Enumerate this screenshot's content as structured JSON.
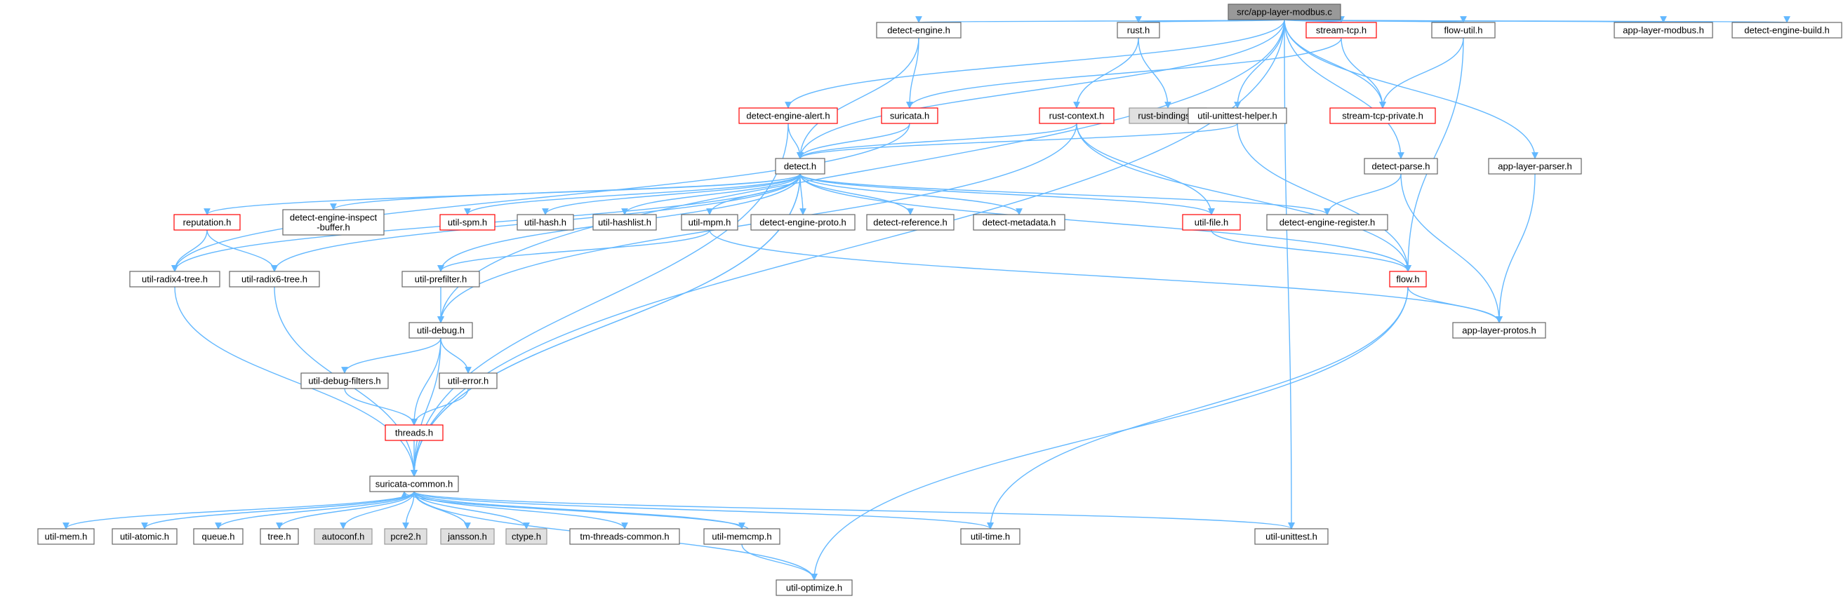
{
  "colors": {
    "edge": "#63b8ff",
    "node_border": "#666666",
    "node_border_highlight": "#ff0000",
    "node_fill_external": "#e0e0e0",
    "node_fill_root": "#999999"
  },
  "nodes": [
    {
      "id": "root",
      "label": "src/app-layer-modbus.c",
      "style": "root"
    },
    {
      "id": "detect_engine",
      "label": "detect-engine.h"
    },
    {
      "id": "rust",
      "label": "rust.h"
    },
    {
      "id": "stream_tcp",
      "label": "stream-tcp.h",
      "style": "red"
    },
    {
      "id": "flow_util",
      "label": "flow-util.h"
    },
    {
      "id": "alm_h",
      "label": "app-layer-modbus.h"
    },
    {
      "id": "deb",
      "label": "detect-engine-build.h"
    },
    {
      "id": "dea",
      "label": "detect-engine-alert.h",
      "style": "red"
    },
    {
      "id": "suricata",
      "label": "suricata.h",
      "style": "red"
    },
    {
      "id": "rust_context",
      "label": "rust-context.h",
      "style": "red"
    },
    {
      "id": "rust_bindings",
      "label": "rust-bindings.h",
      "style": "gray"
    },
    {
      "id": "uuh",
      "label": "util-unittest-helper.h"
    },
    {
      "id": "stcp_priv",
      "label": "stream-tcp-private.h",
      "style": "red"
    },
    {
      "id": "detect",
      "label": "detect.h"
    },
    {
      "id": "detect_parse",
      "label": "detect-parse.h"
    },
    {
      "id": "alp",
      "label": "app-layer-parser.h"
    },
    {
      "id": "reputation",
      "label": "reputation.h",
      "style": "red"
    },
    {
      "id": "deib",
      "label": "detect-engine-inspect\n-buffer.h"
    },
    {
      "id": "spm",
      "label": "util-spm.h",
      "style": "red"
    },
    {
      "id": "hash",
      "label": "util-hash.h"
    },
    {
      "id": "hashlist",
      "label": "util-hashlist.h"
    },
    {
      "id": "mpm",
      "label": "util-mpm.h"
    },
    {
      "id": "dep",
      "label": "detect-engine-proto.h"
    },
    {
      "id": "dref",
      "label": "detect-reference.h"
    },
    {
      "id": "dmeta",
      "label": "detect-metadata.h"
    },
    {
      "id": "ufile",
      "label": "util-file.h",
      "style": "red"
    },
    {
      "id": "der",
      "label": "detect-engine-register.h"
    },
    {
      "id": "radix4",
      "label": "util-radix4-tree.h"
    },
    {
      "id": "radix6",
      "label": "util-radix6-tree.h"
    },
    {
      "id": "prefilter",
      "label": "util-prefilter.h"
    },
    {
      "id": "flow",
      "label": "flow.h",
      "style": "red"
    },
    {
      "id": "debug",
      "label": "util-debug.h"
    },
    {
      "id": "alprotos",
      "label": "app-layer-protos.h"
    },
    {
      "id": "dfilters",
      "label": "util-debug-filters.h"
    },
    {
      "id": "uerror",
      "label": "util-error.h"
    },
    {
      "id": "threads",
      "label": "threads.h",
      "style": "red"
    },
    {
      "id": "scommon",
      "label": "suricata-common.h"
    },
    {
      "id": "umem",
      "label": "util-mem.h"
    },
    {
      "id": "uatomic",
      "label": "util-atomic.h"
    },
    {
      "id": "queue",
      "label": "queue.h"
    },
    {
      "id": "tree",
      "label": "tree.h"
    },
    {
      "id": "autoconf",
      "label": "autoconf.h",
      "style": "gray"
    },
    {
      "id": "pcre2",
      "label": "pcre2.h",
      "style": "gray"
    },
    {
      "id": "jansson",
      "label": "jansson.h",
      "style": "gray"
    },
    {
      "id": "ctype",
      "label": "ctype.h",
      "style": "gray"
    },
    {
      "id": "tmtc",
      "label": "tm-threads-common.h"
    },
    {
      "id": "umemcmp",
      "label": "util-memcmp.h"
    },
    {
      "id": "utime",
      "label": "util-time.h"
    },
    {
      "id": "unittest",
      "label": "util-unittest.h"
    },
    {
      "id": "uopt",
      "label": "util-optimize.h"
    }
  ],
  "edges": [
    [
      "root",
      "detect_engine"
    ],
    [
      "root",
      "rust"
    ],
    [
      "root",
      "stream_tcp"
    ],
    [
      "root",
      "flow_util"
    ],
    [
      "root",
      "alm_h"
    ],
    [
      "root",
      "deb"
    ],
    [
      "root",
      "dea"
    ],
    [
      "root",
      "uuh"
    ],
    [
      "root",
      "stcp_priv"
    ],
    [
      "root",
      "detect"
    ],
    [
      "root",
      "detect_parse"
    ],
    [
      "root",
      "alp"
    ],
    [
      "root",
      "debug"
    ],
    [
      "root",
      "scommon"
    ],
    [
      "root",
      "unittest"
    ],
    [
      "detect_engine",
      "suricata"
    ],
    [
      "detect_engine",
      "detect"
    ],
    [
      "rust",
      "rust_context"
    ],
    [
      "rust",
      "rust_bindings"
    ],
    [
      "stream_tcp",
      "suricata"
    ],
    [
      "stream_tcp",
      "stcp_priv"
    ],
    [
      "flow_util",
      "stcp_priv"
    ],
    [
      "flow_util",
      "flow"
    ],
    [
      "dea",
      "detect"
    ],
    [
      "suricata",
      "radix4"
    ],
    [
      "suricata",
      "detect"
    ],
    [
      "rust_context",
      "detect"
    ],
    [
      "rust_context",
      "ufile"
    ],
    [
      "rust_context",
      "debug"
    ],
    [
      "rust_context",
      "flow"
    ],
    [
      "uuh",
      "detect"
    ],
    [
      "uuh",
      "flow"
    ],
    [
      "dea",
      "scommon"
    ],
    [
      "detect_parse",
      "der"
    ],
    [
      "detect_parse",
      "alprotos"
    ],
    [
      "alp",
      "alprotos"
    ],
    [
      "detect",
      "reputation"
    ],
    [
      "detect",
      "deib"
    ],
    [
      "detect",
      "spm"
    ],
    [
      "detect",
      "hash"
    ],
    [
      "detect",
      "hashlist"
    ],
    [
      "detect",
      "mpm"
    ],
    [
      "detect",
      "dep"
    ],
    [
      "detect",
      "dref"
    ],
    [
      "detect",
      "dmeta"
    ],
    [
      "detect",
      "ufile"
    ],
    [
      "detect",
      "der"
    ],
    [
      "detect",
      "radix4"
    ],
    [
      "detect",
      "radix6"
    ],
    [
      "detect",
      "prefilter"
    ],
    [
      "detect",
      "flow"
    ],
    [
      "detect",
      "scommon"
    ],
    [
      "detect",
      "scommon"
    ],
    [
      "reputation",
      "radix4"
    ],
    [
      "reputation",
      "radix6"
    ],
    [
      "mpm",
      "prefilter"
    ],
    [
      "mpm",
      "alprotos"
    ],
    [
      "ufile",
      "flow"
    ],
    [
      "flow",
      "alprotos"
    ],
    [
      "flow",
      "utime"
    ],
    [
      "flow",
      "uopt"
    ],
    [
      "radix4",
      "scommon"
    ],
    [
      "radix6",
      "scommon"
    ],
    [
      "prefilter",
      "debug"
    ],
    [
      "debug",
      "dfilters"
    ],
    [
      "debug",
      "uerror"
    ],
    [
      "debug",
      "threads"
    ],
    [
      "debug",
      "scommon"
    ],
    [
      "dfilters",
      "threads"
    ],
    [
      "uerror",
      "threads"
    ],
    [
      "threads",
      "scommon"
    ],
    [
      "scommon",
      "umem"
    ],
    [
      "scommon",
      "uatomic"
    ],
    [
      "scommon",
      "queue"
    ],
    [
      "scommon",
      "tree"
    ],
    [
      "scommon",
      "autoconf"
    ],
    [
      "scommon",
      "pcre2"
    ],
    [
      "scommon",
      "jansson"
    ],
    [
      "scommon",
      "ctype"
    ],
    [
      "scommon",
      "tmtc"
    ],
    [
      "scommon",
      "umemcmp"
    ],
    [
      "scommon",
      "utime"
    ],
    [
      "scommon",
      "unittest"
    ],
    [
      "scommon",
      "uopt"
    ],
    [
      "umemcmp",
      "scommon"
    ],
    [
      "umemcmp",
      "uopt"
    ]
  ]
}
